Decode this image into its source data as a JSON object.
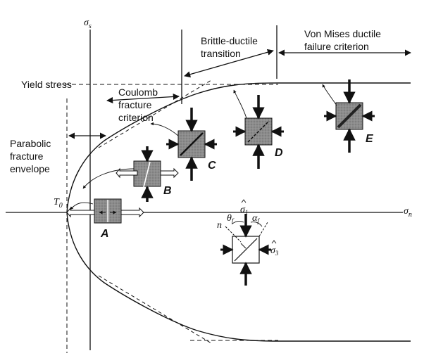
{
  "axes": {
    "sigma_s": "σ",
    "sigma_s_sub": "s",
    "sigma_n": "σ",
    "sigma_n_sub": "n",
    "t0": "T",
    "t0_sub": "0"
  },
  "labels": {
    "yield_stress": "Yield stress",
    "parabolic_1": "Parabolic",
    "parabolic_2": "fracture",
    "parabolic_3": "envelope",
    "coulomb_1": "Coulomb",
    "coulomb_2": "fracture",
    "coulomb_3": "criterion",
    "brittle_1": "Brittle-ductile",
    "brittle_2": "transition",
    "vonmises_1": "Von Mises ductile",
    "vonmises_2": "failure criterion"
  },
  "samples": {
    "A": "A",
    "B": "B",
    "C": "C",
    "D": "D",
    "E": "E"
  },
  "inset": {
    "n": "n",
    "theta": "θ",
    "theta_sub": "f",
    "alpha": "α",
    "alpha_sub": "f",
    "sigma1": "σ",
    "sigma1_sub": "1",
    "sigma3": "σ",
    "sigma3_sub": "3"
  }
}
